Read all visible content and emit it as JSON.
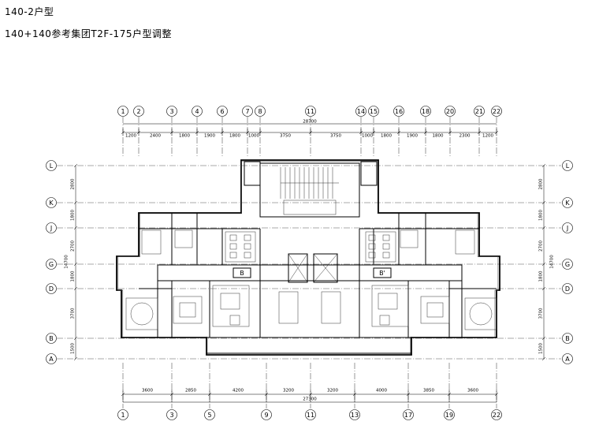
{
  "titles": {
    "line1": "140-2户型",
    "line2": "140+140参考集团T2F-175户型调整"
  },
  "axes": {
    "vertical_top": [
      "1",
      "2",
      "3",
      "4",
      "6",
      "7",
      "8",
      "11",
      "14",
      "15",
      "16",
      "18",
      "20",
      "21",
      "22"
    ],
    "vertical_bottom": [
      "1",
      "3",
      "5",
      "9",
      "11",
      "13",
      "17",
      "19",
      "22"
    ],
    "horizontal": [
      "L",
      "K",
      "J",
      "G",
      "D",
      "B",
      "A"
    ]
  },
  "dimensions": {
    "top_total": "28700",
    "top_segments": [
      "1200",
      "2400",
      "1800",
      "1900",
      "1800",
      "1000",
      "3750",
      "3750",
      "1000",
      "1800",
      "1900",
      "1800",
      "2300",
      "1200"
    ],
    "bottom_total": "27300",
    "bottom_segments": [
      "3600",
      "2850",
      "4200",
      "3200",
      "3200",
      "4000",
      "3850",
      "3600"
    ],
    "side_total": "14700",
    "side_segments": [
      "2800",
      "1800",
      "2700",
      "1800",
      "3700",
      "1500"
    ]
  },
  "unit_labels": {
    "left": "B",
    "right": "B'"
  }
}
